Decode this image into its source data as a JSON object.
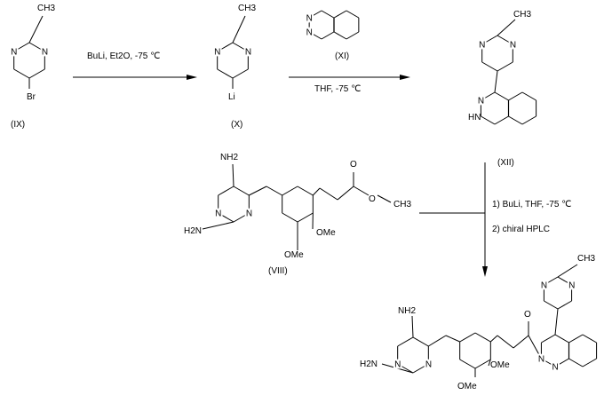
{
  "compounds": {
    "ix": {
      "label": "(IX)",
      "substituent": "Br",
      "methyl": "CH3"
    },
    "x": {
      "label": "(X)",
      "substituent": "Li",
      "methyl": "CH3"
    },
    "xi": {
      "label": "(XI)"
    },
    "xii": {
      "label": "(XII)",
      "methyl": "CH3",
      "nh": "HN"
    },
    "viii": {
      "label": "(VIII)",
      "amine1": "NH2",
      "amine2": "H2N",
      "ome1": "OMe",
      "ome2": "OMe",
      "ethyl": "CH3",
      "carbonyl_o": "O",
      "ester_o": "O"
    },
    "product": {
      "amine1": "NH2",
      "amine2": "H2N",
      "ome1": "OMe",
      "ome2": "OMe",
      "methyl": "CH3",
      "carbonyl_o": "O"
    }
  },
  "atoms": {
    "n": "N"
  },
  "steps": {
    "step1": "BuLi, Et2O, -75 ℃",
    "step2": "THF, -75 ℃",
    "step3_a": "1) BuLi, THF, -75 ℃",
    "step3_b": "2) chiral HPLC"
  }
}
